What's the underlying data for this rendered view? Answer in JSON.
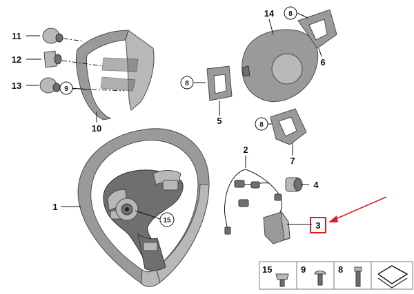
{
  "diagram": {
    "callouts": {
      "c1": "1",
      "c2": "2",
      "c3": "3",
      "c4": "4",
      "c5": "5",
      "c6": "6",
      "c7": "7",
      "c8a": "8",
      "c8b": "8",
      "c8c": "8",
      "c9": "9",
      "c10": "10",
      "c11": "11",
      "c12": "12",
      "c13": "13",
      "c14": "14",
      "c15": "15"
    },
    "legend": {
      "l15": "15",
      "l9": "9",
      "l8": "8"
    },
    "highlight_color": "#e01b1b",
    "part_color": "#9a9a9a"
  }
}
